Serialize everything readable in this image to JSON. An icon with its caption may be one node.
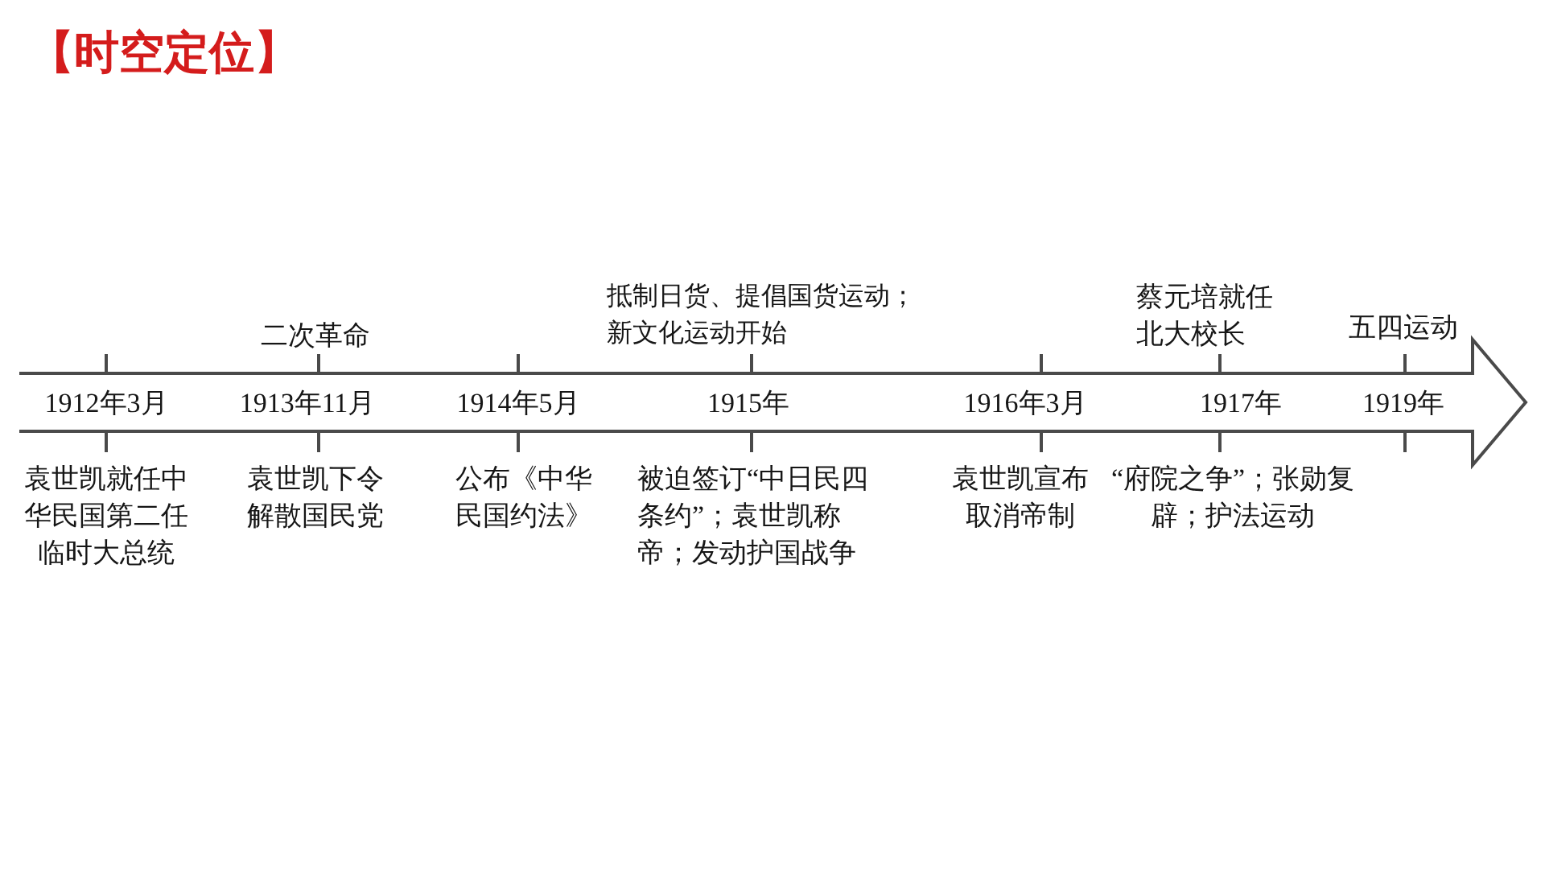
{
  "diagram": {
    "title": "【时空定位】",
    "labels": [
      "二次革命",
      "抵制日货、提倡国货运动；新文化运动开始",
      "蔡元培就任北大校长",
      "五四运动",
      "1912年3月",
      "1913年11月",
      "1914年5月",
      "1915年",
      "1916年3月",
      "1917年",
      "1919年",
      "袁世凯就任中华民国第二任临时大总统",
      "袁世凯下令解散国民党",
      "公布《中华民国约法》",
      "被迫签订“中日民四条约”；袁世凯称帝；发动护国战争",
      "袁世凯宣布取消帝制",
      "“府院之争”；张勋复辟；护法运动"
    ]
  }
}
